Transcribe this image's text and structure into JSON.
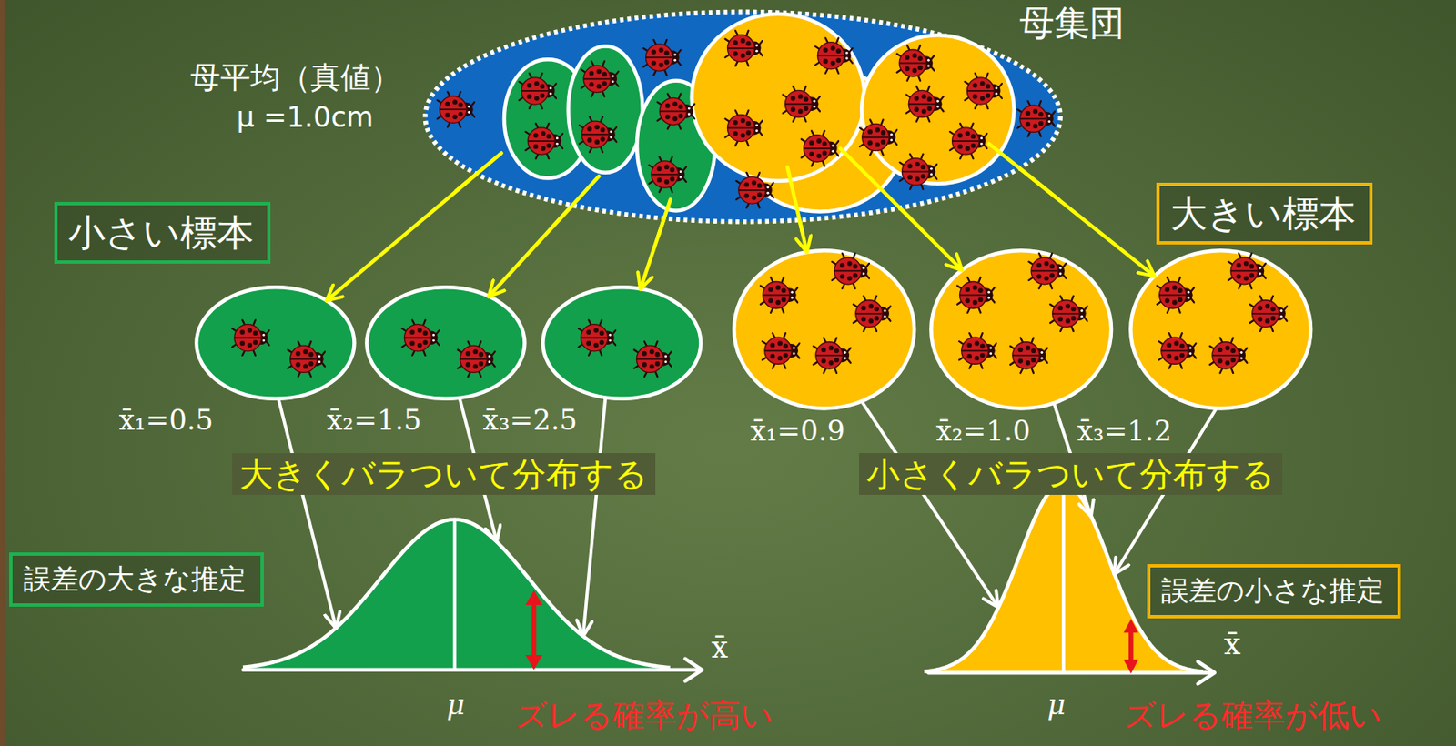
{
  "diagram": {
    "nodes": [
      {
        "text": [
          "母集団"
        ]
      },
      {
        "text": [
          "小さい標本"
        ]
      },
      {
        "text": [
          "大きい標本"
        ]
      },
      {
        "text": [
          "x̄₁=0.5"
        ]
      },
      {
        "text": [
          "x̄₂=1.5"
        ]
      },
      {
        "text": [
          "x̄₃=2.5"
        ]
      },
      {
        "text": [
          "x̄₁=0.9"
        ]
      },
      {
        "text": [
          "x̄₂=1.0"
        ]
      },
      {
        "text": [
          "x̄₃=1.2"
        ]
      },
      {
        "text": [
          "μ"
        ]
      },
      {
        "text": [
          "誤差の大きな推定"
        ]
      },
      {
        "text": [
          "μ"
        ]
      },
      {
        "text": [
          "誤差の小さな推定"
        ]
      }
    ],
    "edges": [
      {
        "from": 0,
        "to": 3,
        "arrow": "to"
      },
      {
        "from": 0,
        "to": 4,
        "arrow": "to"
      },
      {
        "from": 0,
        "to": 5,
        "arrow": "to"
      },
      {
        "from": 0,
        "to": 6,
        "arrow": "to"
      },
      {
        "from": 0,
        "to": 7,
        "arrow": "to"
      },
      {
        "from": 0,
        "to": 8,
        "arrow": "to"
      },
      {
        "from": 3,
        "to": 9,
        "arrow": "to"
      },
      {
        "from": 4,
        "to": 9,
        "arrow": "to"
      },
      {
        "from": 5,
        "to": 9,
        "arrow": "to"
      },
      {
        "from": 6,
        "to": 11,
        "arrow": "to"
      },
      {
        "from": 7,
        "to": 11,
        "arrow": "to"
      },
      {
        "from": 8,
        "to": 11,
        "arrow": "to"
      }
    ],
    "labels": [
      "母平均（真値）",
      "μ =1.0cm",
      "大きくバラついて分布する",
      "小さくバラついて分布する",
      "x̄",
      "ズレる確率が高い",
      "x̄",
      "ズレる確率が低い"
    ]
  }
}
